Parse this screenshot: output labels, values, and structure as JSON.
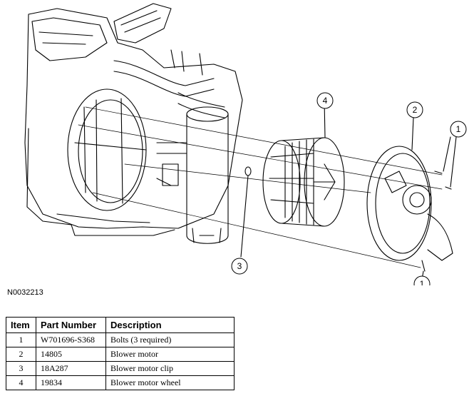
{
  "figure_id": "N0032213",
  "callouts": {
    "c1a": "1",
    "c1b": "1",
    "c2": "2",
    "c3": "3",
    "c4": "4"
  },
  "table": {
    "headers": {
      "item": "Item",
      "part_number": "Part Number",
      "description": "Description"
    },
    "rows": [
      {
        "item": "1",
        "part_number": "W701696-S368",
        "description": "Bolts (3 required)"
      },
      {
        "item": "2",
        "part_number": "14805",
        "description": "Blower motor"
      },
      {
        "item": "3",
        "part_number": "18A287",
        "description": "Blower motor clip"
      },
      {
        "item": "4",
        "part_number": "19834",
        "description": "Blower motor wheel"
      }
    ]
  }
}
